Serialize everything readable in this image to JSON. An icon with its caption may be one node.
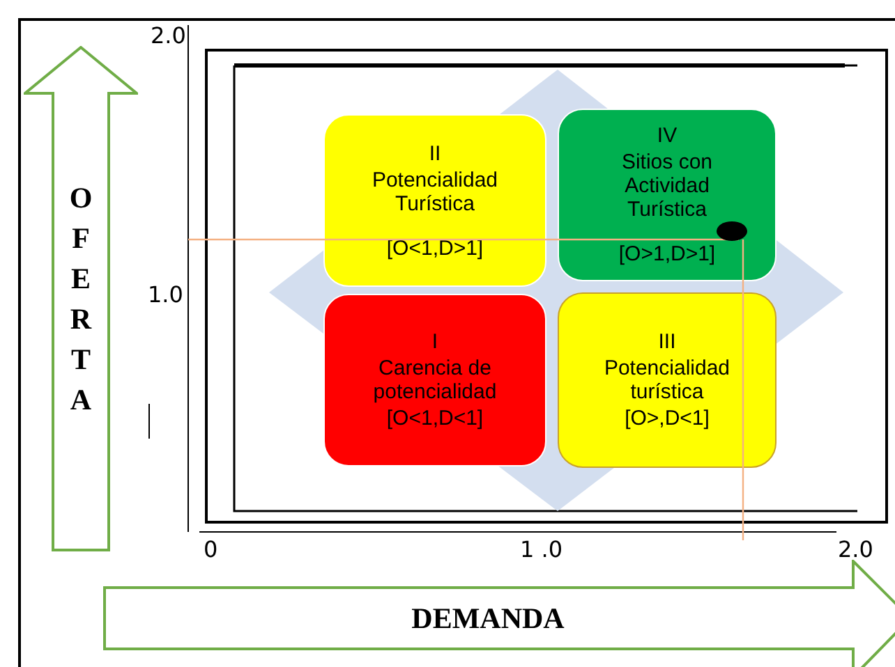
{
  "diagram": {
    "nodes": [
      {
        "text": [
          "II",
          "Potencialidad Turística",
          "[O<1,D>1]"
        ]
      },
      {
        "text": [
          "IV",
          "Sitios con Actividad Turística",
          "[O>1,D>1]"
        ]
      },
      {
        "text": [
          "I",
          "Carencia de potencialidad",
          "[O<1,D<1]"
        ]
      },
      {
        "text": [
          "III",
          "Potencialidad turística",
          "[O>,D<1]"
        ]
      },
      {
        "text": [
          "OFERTA"
        ]
      },
      {
        "text": [
          "DEMANDA"
        ]
      }
    ],
    "labels": [
      "2.0",
      "1.0",
      "0",
      "1 .0",
      "2.0"
    ]
  }
}
